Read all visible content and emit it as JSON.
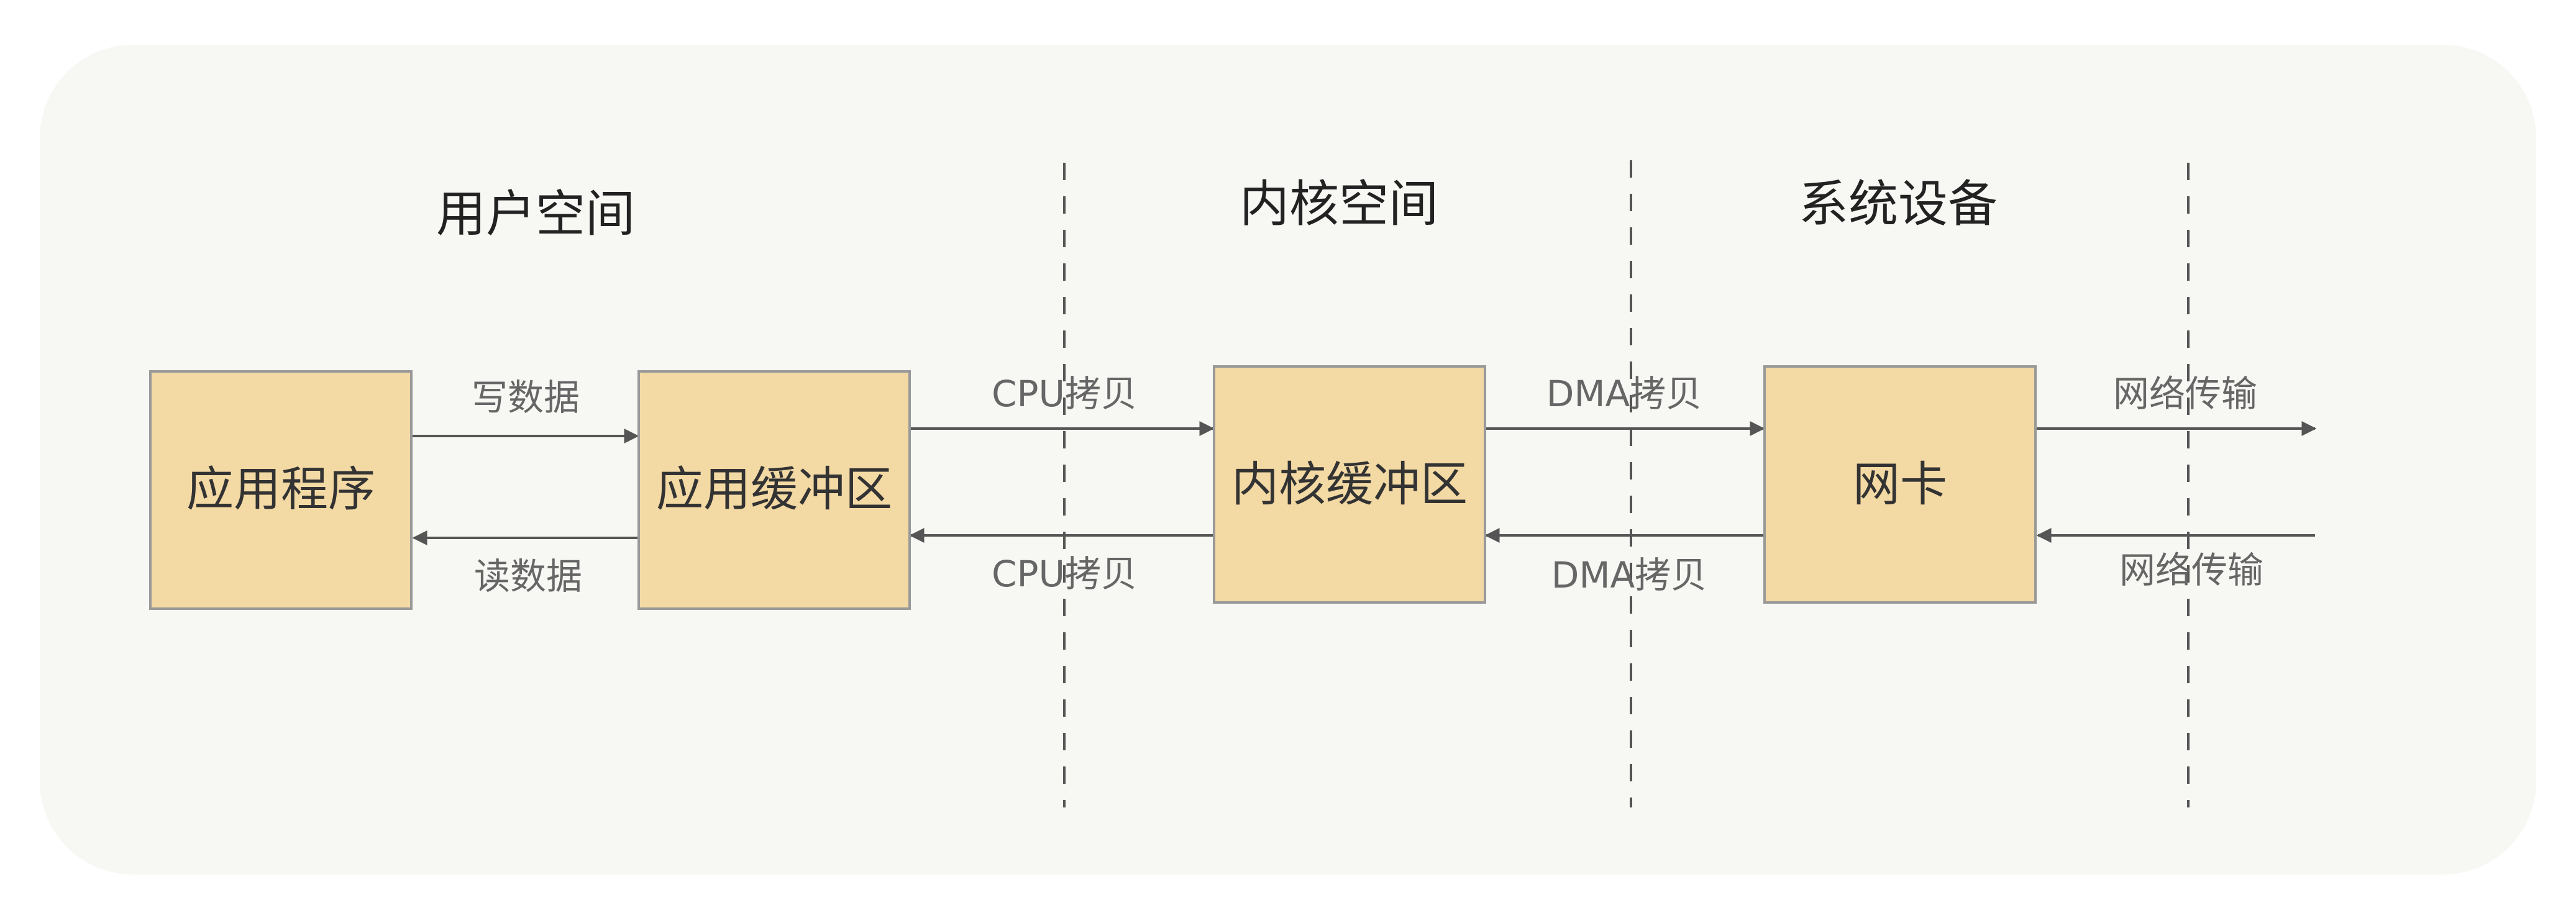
{
  "zones": [
    {
      "id": "user",
      "label": "用户空间"
    },
    {
      "id": "kernel",
      "label": "内核空间"
    },
    {
      "id": "device",
      "label": "系统设备"
    }
  ],
  "nodes": [
    {
      "id": "app",
      "label": "应用程序"
    },
    {
      "id": "app-buffer",
      "label": "应用缓冲区"
    },
    {
      "id": "kernel-buffer",
      "label": "内核缓冲区"
    },
    {
      "id": "nic",
      "label": "网卡"
    }
  ],
  "edges": [
    {
      "id": "write-data",
      "from": "app",
      "to": "app-buffer",
      "label": "写数据"
    },
    {
      "id": "read-data",
      "from": "app-buffer",
      "to": "app",
      "label": "读数据"
    },
    {
      "id": "cpu-copy-out",
      "from": "app-buffer",
      "to": "kernel-buffer",
      "label": "CPU拷贝"
    },
    {
      "id": "cpu-copy-in",
      "from": "kernel-buffer",
      "to": "app-buffer",
      "label": "CPU拷贝"
    },
    {
      "id": "dma-copy-out",
      "from": "kernel-buffer",
      "to": "nic",
      "label": "DMA拷贝"
    },
    {
      "id": "dma-copy-in",
      "from": "nic",
      "to": "kernel-buffer",
      "label": "DMA拷贝"
    },
    {
      "id": "net-out",
      "from": "nic",
      "to": "network",
      "label": "网络传输"
    },
    {
      "id": "net-in",
      "from": "network",
      "to": "nic",
      "label": "网络传输"
    }
  ],
  "colors": {
    "panel": "#f7f7f3",
    "box_fill": "#f3d9a4",
    "box_stroke": "#999999",
    "arrow": "#555555",
    "divider": "#555555"
  }
}
